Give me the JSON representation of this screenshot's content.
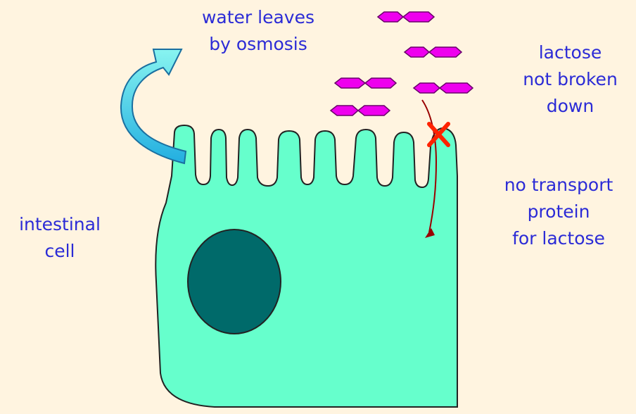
{
  "labels": {
    "water_osmosis": [
      "water leaves",
      "by osmosis"
    ],
    "lactose_not_broken": [
      "lactose",
      "not broken",
      "down"
    ],
    "no_transport": [
      "no transport",
      "protein",
      "for lactose"
    ],
    "intestinal_cell": [
      "intestinal",
      "cell"
    ]
  },
  "colors": {
    "background": "#fff4e0",
    "cell_fill": "#66ffcc",
    "nucleus": "#006a6a",
    "lactose": "#ee00ee",
    "arrow_water": "#44dde0",
    "path_arrow": "#990000",
    "blocked_x": "#ff2200",
    "text": "#2b2bd6"
  }
}
